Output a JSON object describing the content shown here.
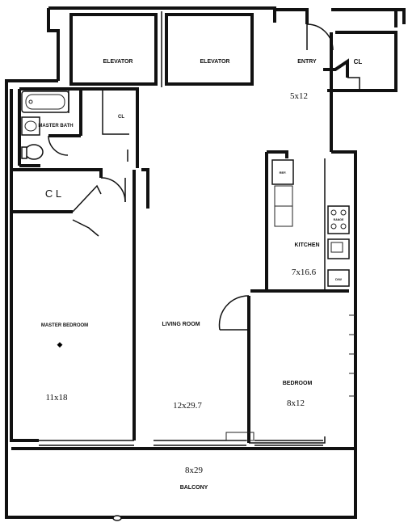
{
  "rooms": {
    "elevator_left": "ELEVATOR",
    "elevator_right": "ELEVATOR",
    "entry": {
      "name": "ENTRY",
      "dims": "5x12"
    },
    "closet_entry": "CL",
    "closet_bath": "CL",
    "master_bath": "MASTER BATH",
    "closet_master": "C L",
    "master_bedroom": {
      "name": "MASTER BEDROOM",
      "dims": "11x18"
    },
    "living_room": {
      "name": "LIVING ROOM",
      "dims": "12x29.7"
    },
    "kitchen": {
      "name": "KITCHEN",
      "dims": "7x16.6",
      "fixture_ref": "REF.",
      "fixture_range": "RANGE",
      "fixture_dw": "D/W"
    },
    "bedroom": {
      "name": "BEDROOM",
      "dims": "8x12"
    },
    "balcony": {
      "name": "BALCONY",
      "dims": "8x29"
    }
  }
}
